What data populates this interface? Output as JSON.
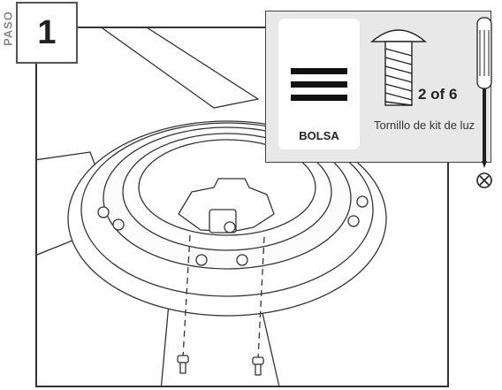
{
  "step": {
    "side_label": "PASO",
    "number": "1"
  },
  "inset": {
    "bag_label": "BOLSA",
    "screw_count": "2 of 6",
    "screw_name": "Tornillo de kit de luz"
  },
  "icons": {
    "tool": "phillips-screwdriver-icon",
    "rotation": "tighten-rotation-icon",
    "screw": "screw-icon",
    "bag": "hardware-bag-icon"
  }
}
